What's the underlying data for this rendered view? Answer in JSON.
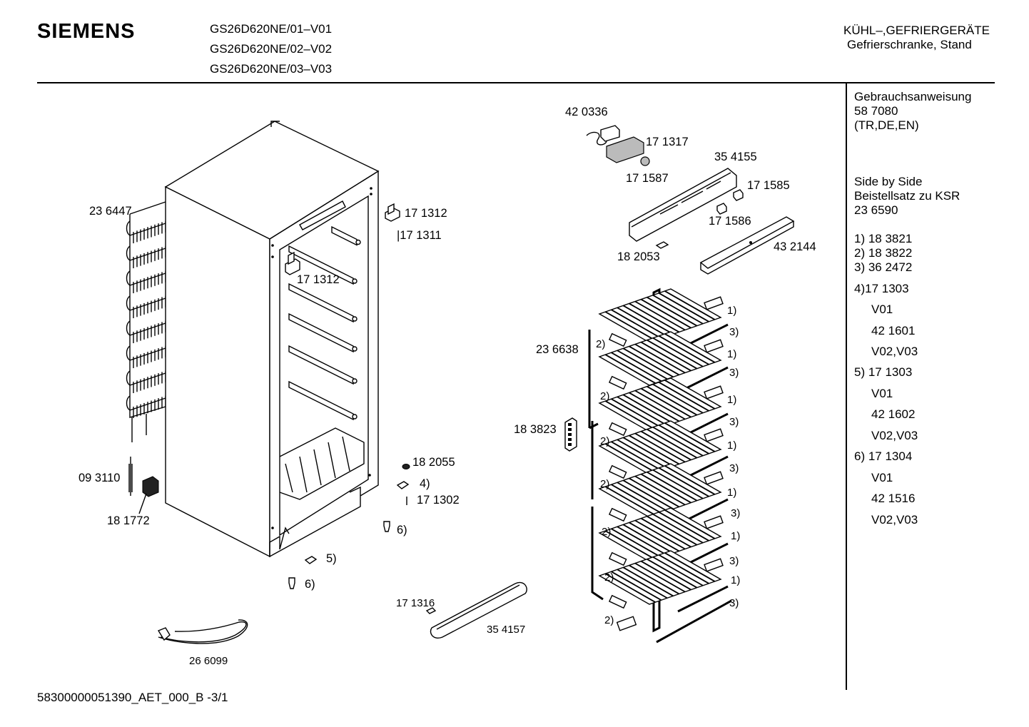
{
  "header": {
    "brand": "SIEMENS",
    "models": [
      "GS26D620NE/01–V01",
      "GS26D620NE/02–V02",
      "GS26D620NE/03–V03"
    ],
    "category_line1": "KÜHL–,GEFRIERGERÄTE",
    "category_line2": "Gefrierschranke, Stand"
  },
  "sidebar": {
    "manual": [
      "Gebrauchsanweisung",
      "58 7080",
      "(TR,DE,EN)"
    ],
    "kit": [
      "Side by Side",
      "Beistellsatz zu KSR",
      "23 6590"
    ],
    "notes": [
      "1)  18 3821",
      "2)  18 3822",
      "3)  36 2472",
      "4)17 1303",
      "V01",
      "42 1601",
      "V02,V03",
      "5) 17 1303",
      "V01",
      "42 1602",
      "V02,V03",
      "6) 17 1304",
      "V01",
      "42 1516",
      "V02,V03"
    ]
  },
  "parts": {
    "p420336": "42 0336",
    "p171317": "17 1317",
    "p354155": "35 4155",
    "p171587": "17 1587",
    "p171585": "17 1585",
    "p171586": "17 1586",
    "p432144": "43 2144",
    "p182053": "18 2053",
    "p236447": "23 6447",
    "p171312a": "17 1312",
    "p171311": "|17 1311",
    "p171312b": "17 1312",
    "p236638": "23 6638",
    "p183823": "18 3823",
    "p182055": "18 2055",
    "n4": "4)",
    "p171302": "17 1302",
    "n6a": "6)",
    "p093110": "09 3110",
    "p181772": "18 1772",
    "n5": "5)",
    "n6b": "6)",
    "p171316": "17 1316",
    "p354157": "35 4157",
    "p266099": "26 6099",
    "rack": [
      "1)",
      "3)",
      "1)",
      "3)",
      "1)",
      "3)",
      "1)",
      "3)",
      "1)",
      "3)",
      "1)",
      "3)"
    ],
    "rack2": [
      "2)",
      "2)",
      "2)",
      "2)",
      "2)",
      "2)",
      "2)"
    ]
  },
  "footer": {
    "code": "58300000051390_AET_000_B  -3/1"
  }
}
